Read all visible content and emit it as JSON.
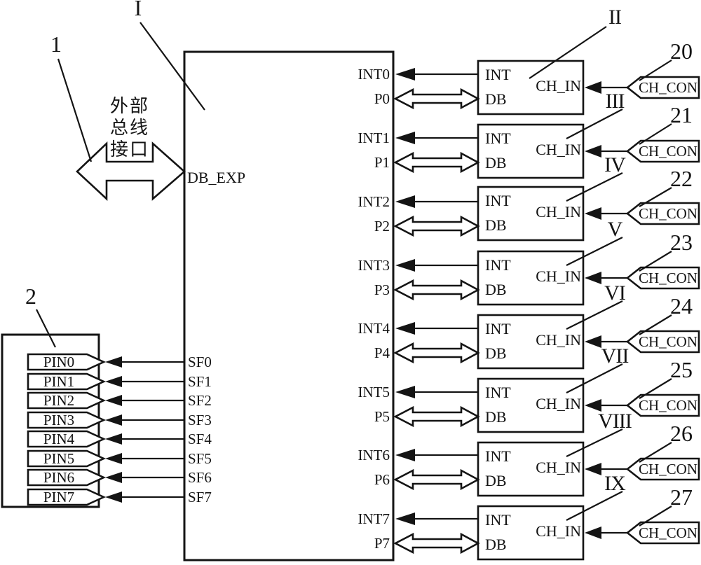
{
  "figure": {
    "ref_main": "I",
    "ref_bus": "1",
    "ref_pinbox": "2",
    "main_label": "DB_EXP",
    "bus_text": [
      "外部",
      "总线",
      "接口"
    ]
  },
  "sf_pins": [
    "SF0",
    "SF1",
    "SF2",
    "SF3",
    "SF4",
    "SF5",
    "SF6",
    "SF7"
  ],
  "pin_tags": [
    "PIN0",
    "PIN1",
    "PIN2",
    "PIN3",
    "PIN4",
    "PIN5",
    "PIN6",
    "PIN7"
  ],
  "int_pins": [
    "INT0",
    "INT1",
    "INT2",
    "INT3",
    "INT4",
    "INT5",
    "INT6",
    "INT7"
  ],
  "p_pins": [
    "P0",
    "P1",
    "P2",
    "P3",
    "P4",
    "P5",
    "P6",
    "P7"
  ],
  "channels": [
    {
      "roman": "II",
      "num": "20",
      "int": "INT",
      "db": "DB",
      "ch_in": "CH_IN",
      "ch_con": "CH_CON"
    },
    {
      "roman": "III",
      "num": "21",
      "int": "INT",
      "db": "DB",
      "ch_in": "CH_IN",
      "ch_con": "CH_CON"
    },
    {
      "roman": "IV",
      "num": "22",
      "int": "INT",
      "db": "DB",
      "ch_in": "CH_IN",
      "ch_con": "CH_CON"
    },
    {
      "roman": "V",
      "num": "23",
      "int": "INT",
      "db": "DB",
      "ch_in": "CH_IN",
      "ch_con": "CH_CON"
    },
    {
      "roman": "VI",
      "num": "24",
      "int": "INT",
      "db": "DB",
      "ch_in": "CH_IN",
      "ch_con": "CH_CON"
    },
    {
      "roman": "VII",
      "num": "25",
      "int": "INT",
      "db": "DB",
      "ch_in": "CH_IN",
      "ch_con": "CH_CON"
    },
    {
      "roman": "VIII",
      "num": "26",
      "int": "INT",
      "db": "DB",
      "ch_in": "CH_IN",
      "ch_con": "CH_CON"
    },
    {
      "roman": "IX",
      "num": "27",
      "int": "INT",
      "db": "DB",
      "ch_in": "CH_IN",
      "ch_con": "CH_CON"
    }
  ]
}
